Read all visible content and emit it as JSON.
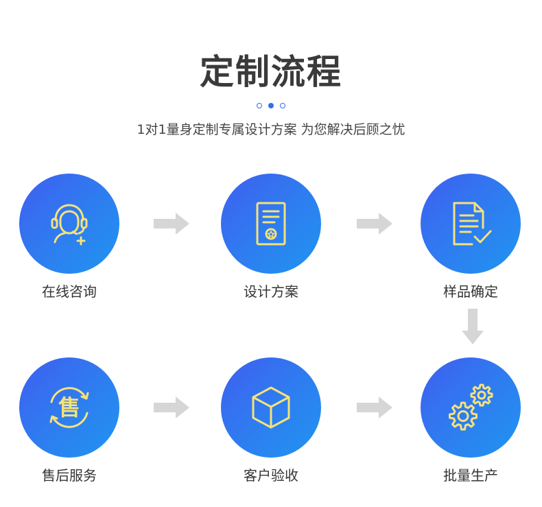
{
  "header": {
    "title": "定制流程",
    "subtitle": "1对1量身定制专属设计方案 为您解决后顾之忧"
  },
  "steps": [
    {
      "label": "在线咨询",
      "icon": "customer-service-icon"
    },
    {
      "label": "设计方案",
      "icon": "certificate-document-icon"
    },
    {
      "label": "样品确定",
      "icon": "document-check-icon"
    },
    {
      "label": "批量生产",
      "icon": "gears-icon"
    },
    {
      "label": "客户验收",
      "icon": "cube-icon"
    },
    {
      "label": "售后服务",
      "icon": "after-sales-icon",
      "icon_text": "售"
    }
  ],
  "colors": {
    "circle_start": "#3f5ef0",
    "circle_end": "#1f95f0",
    "icon": "#f6e27a",
    "arrow": "#d6d6d6",
    "title": "#3a3a3a",
    "accent": "#2f6ef2"
  }
}
